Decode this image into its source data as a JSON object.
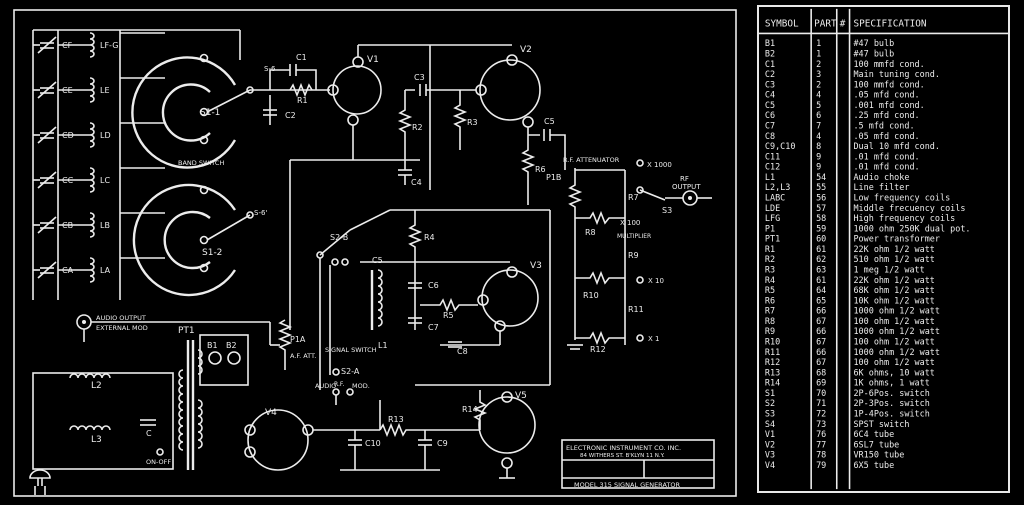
{
  "parts_table": {
    "headers": {
      "symbol": "SYMBOL",
      "part": "PART",
      "hash": "#",
      "spec": "SPECIFICATION"
    },
    "rows": [
      {
        "symbol": "B1",
        "part": "1",
        "spec": "#47 bulb"
      },
      {
        "symbol": "B2",
        "part": "1",
        "spec": "#47 bulb"
      },
      {
        "symbol": "C1",
        "part": "2",
        "spec": "100 mmfd cond."
      },
      {
        "symbol": "C2",
        "part": "3",
        "spec": "Main tuning cond."
      },
      {
        "symbol": "C3",
        "part": "2",
        "spec": "100 mmfd cond."
      },
      {
        "symbol": "C4",
        "part": "4",
        "spec": ".05 mfd cond."
      },
      {
        "symbol": "C5",
        "part": "5",
        "spec": ".001 mfd cond."
      },
      {
        "symbol": "C6",
        "part": "6",
        "spec": ".25 mfd cond."
      },
      {
        "symbol": "C7",
        "part": "7",
        "spec": ".5 mfd cond."
      },
      {
        "symbol": "C8",
        "part": "4",
        "spec": ".05 mfd cond."
      },
      {
        "symbol": "C9,C10",
        "part": "8",
        "spec": "Dual 10 mfd cond."
      },
      {
        "symbol": "C11",
        "part": "9",
        "spec": ".01 mfd cond."
      },
      {
        "symbol": "C12",
        "part": "9",
        "spec": ".01 mfd cond."
      },
      {
        "symbol": "L1",
        "part": "54",
        "spec": "Audio choke"
      },
      {
        "symbol": "L2,L3",
        "part": "55",
        "spec": "Line filter"
      },
      {
        "symbol": "LABC",
        "part": "56",
        "spec": "Low frequency coils"
      },
      {
        "symbol": "LDE",
        "part": "57",
        "spec": "Middle frecuency coils"
      },
      {
        "symbol": "LFG",
        "part": "58",
        "spec": "High frequency coils"
      },
      {
        "symbol": "P1",
        "part": "59",
        "spec": "1000 ohm 250K dual pot."
      },
      {
        "symbol": "PT1",
        "part": "60",
        "spec": "Power transformer"
      },
      {
        "symbol": "R1",
        "part": "61",
        "spec": "22K ohm 1/2 watt"
      },
      {
        "symbol": "R2",
        "part": "62",
        "spec": "510 ohm 1/2 watt"
      },
      {
        "symbol": "R3",
        "part": "63",
        "spec": "1 meg 1/2 watt"
      },
      {
        "symbol": "R4",
        "part": "61",
        "spec": "22K ohm 1/2 watt"
      },
      {
        "symbol": "R5",
        "part": "64",
        "spec": "68K ohm 1/2 watt"
      },
      {
        "symbol": "R6",
        "part": "65",
        "spec": "10K ohm 1/2 watt"
      },
      {
        "symbol": "R7",
        "part": "66",
        "spec": "1000 ohm 1/2 watt"
      },
      {
        "symbol": "R8",
        "part": "67",
        "spec": "100 ohm 1/2 watt"
      },
      {
        "symbol": "R9",
        "part": "66",
        "spec": "1000 ohm 1/2 watt"
      },
      {
        "symbol": "R10",
        "part": "67",
        "spec": "100 ohm 1/2 watt"
      },
      {
        "symbol": "R11",
        "part": "66",
        "spec": "1000 ohm 1/2 watt"
      },
      {
        "symbol": "R12",
        "part": "67",
        "spec": "100 ohm 1/2 watt"
      },
      {
        "symbol": "R13",
        "part": "68",
        "spec": "6K ohms, 10 watt"
      },
      {
        "symbol": "R14",
        "part": "69",
        "spec": "1K ohms, 1 watt"
      },
      {
        "symbol": "S1",
        "part": "70",
        "spec": "2P-6Pos. switch"
      },
      {
        "symbol": "S2",
        "part": "71",
        "spec": "2P-3Pos. switch"
      },
      {
        "symbol": "S3",
        "part": "72",
        "spec": "1P-4Pos. switch"
      },
      {
        "symbol": "S4",
        "part": "73",
        "spec": "SPST switch"
      },
      {
        "symbol": "V1",
        "part": "76",
        "spec": "6C4 tube"
      },
      {
        "symbol": "V2",
        "part": "77",
        "spec": "6SL7 tube"
      },
      {
        "symbol": "V3",
        "part": "78",
        "spec": "VR150 tube"
      },
      {
        "symbol": "V4",
        "part": "79",
        "spec": "6X5 tube"
      }
    ]
  },
  "schematic": {
    "coils": [
      "LF-G",
      "LE",
      "LD",
      "LC",
      "LB",
      "LA"
    ],
    "caps_left": [
      "CF",
      "CE",
      "CD",
      "CC",
      "CB",
      "CA"
    ],
    "labels": {
      "s1_1": "S1-1",
      "s1_2": "S1-2",
      "band_switch": "BAND SWITCH",
      "s4": "S4",
      "c1": "C1",
      "c2": "C2",
      "r1": "R1",
      "v1": "V1",
      "v2": "V2",
      "c3": "C3",
      "c4": "C4",
      "c5": "C5",
      "r2": "R2",
      "r3": "R3",
      "r6": "R6",
      "rf_att": "R.F. ATTENUATOR",
      "p1b": "P1B",
      "x1000": "X 1000",
      "rf_out_1": "RF",
      "rf_out_2": "OUTPUT",
      "s3": "S3",
      "r7": "R7",
      "r8": "R8",
      "r9": "R9",
      "r10": "R10",
      "r11": "R11",
      "r12": "R12",
      "multiplier": "MULTIPLIER",
      "x100": "X 100",
      "x10": "X 10",
      "x1": "X 1",
      "s2b": "S2-B",
      "r4": "R4",
      "c6": "C6",
      "c7": "C7",
      "c8": "C8",
      "l1": "L1",
      "v3": "V3",
      "r5": "R5",
      "p1a": "P1A",
      "af_att": "A.F. ATT.",
      "signal_switch": "SIGNAL SWITCH",
      "s2a": "S2-A",
      "audio": "AUDIO",
      "rf": "R.F.",
      "mod": "MOD.",
      "audio_out_1": "AUDIO OUTPUT",
      "audio_out_2": "EXTERNAL MOD",
      "pt1": "PT1",
      "b1": "B1",
      "b2": "B2",
      "l2": "L2",
      "l3": "L3",
      "c": "C",
      "on_off": "ON-OFF",
      "v4": "V4",
      "r13": "R13",
      "r14": "R14",
      "v5": "V5",
      "c10": "C10",
      "c9": "C9"
    },
    "title_block": {
      "company": "ELECTRONIC INSTRUMENT CO. INC.",
      "address": "84 WITHERS ST.  B'KLYN 11 N.Y.",
      "model": "MODEL 315  SIGNAL GENERATOR"
    }
  }
}
